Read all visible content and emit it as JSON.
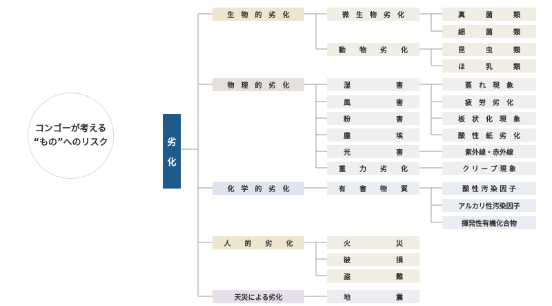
{
  "title_lines": [
    "コンゴーが考える",
    "“もの”へのリスク"
  ],
  "root_chars": [
    "劣",
    "化"
  ],
  "level1": {
    "biological": "生　物　的　劣　化",
    "physical": "物　理　的　劣　化",
    "chemical": "化　学　的　劣　化",
    "human": "人　　的　　劣　　化",
    "disaster": "天災による劣化"
  },
  "level2": {
    "micro": "微　生　物　劣　化",
    "animal": "動　　物　　劣　　化",
    "moisture": [
      "湿",
      "害"
    ],
    "wind": [
      "風",
      "害"
    ],
    "dust_powder": [
      "粉",
      "害"
    ],
    "dust": [
      "塵",
      "埃"
    ],
    "light": [
      "光",
      "害"
    ],
    "gravity": "重　　力　　劣　　化",
    "harmful": "有　　害　　物　　質",
    "fire": [
      "火",
      "災"
    ],
    "breakage": [
      "破",
      "損"
    ],
    "theft": [
      "盗",
      "難"
    ],
    "earthquake": [
      "地",
      "震"
    ]
  },
  "level3": {
    "mold": "真　　　菌　　　類",
    "bacteria": "細　　　菌　　　類",
    "insects": "昆　　　虫　　　類",
    "mammals": "ほ　　　乳　　　類",
    "stuffiness": "蒸　れ　現　象",
    "fatigue": "疲　労　劣　化",
    "flaking": "板　状　化　現　象",
    "acid_paper": "酸　性　紙　劣　化",
    "uv_ir": "紫外線・赤外線",
    "creep": "ク リ ー プ 現 象",
    "acidic_pollutants": "酸 性 汚 染 因 子",
    "alkaline_pollutants": "アルカリ性汚染因子",
    "voc": "揮発性有機化合物"
  }
}
